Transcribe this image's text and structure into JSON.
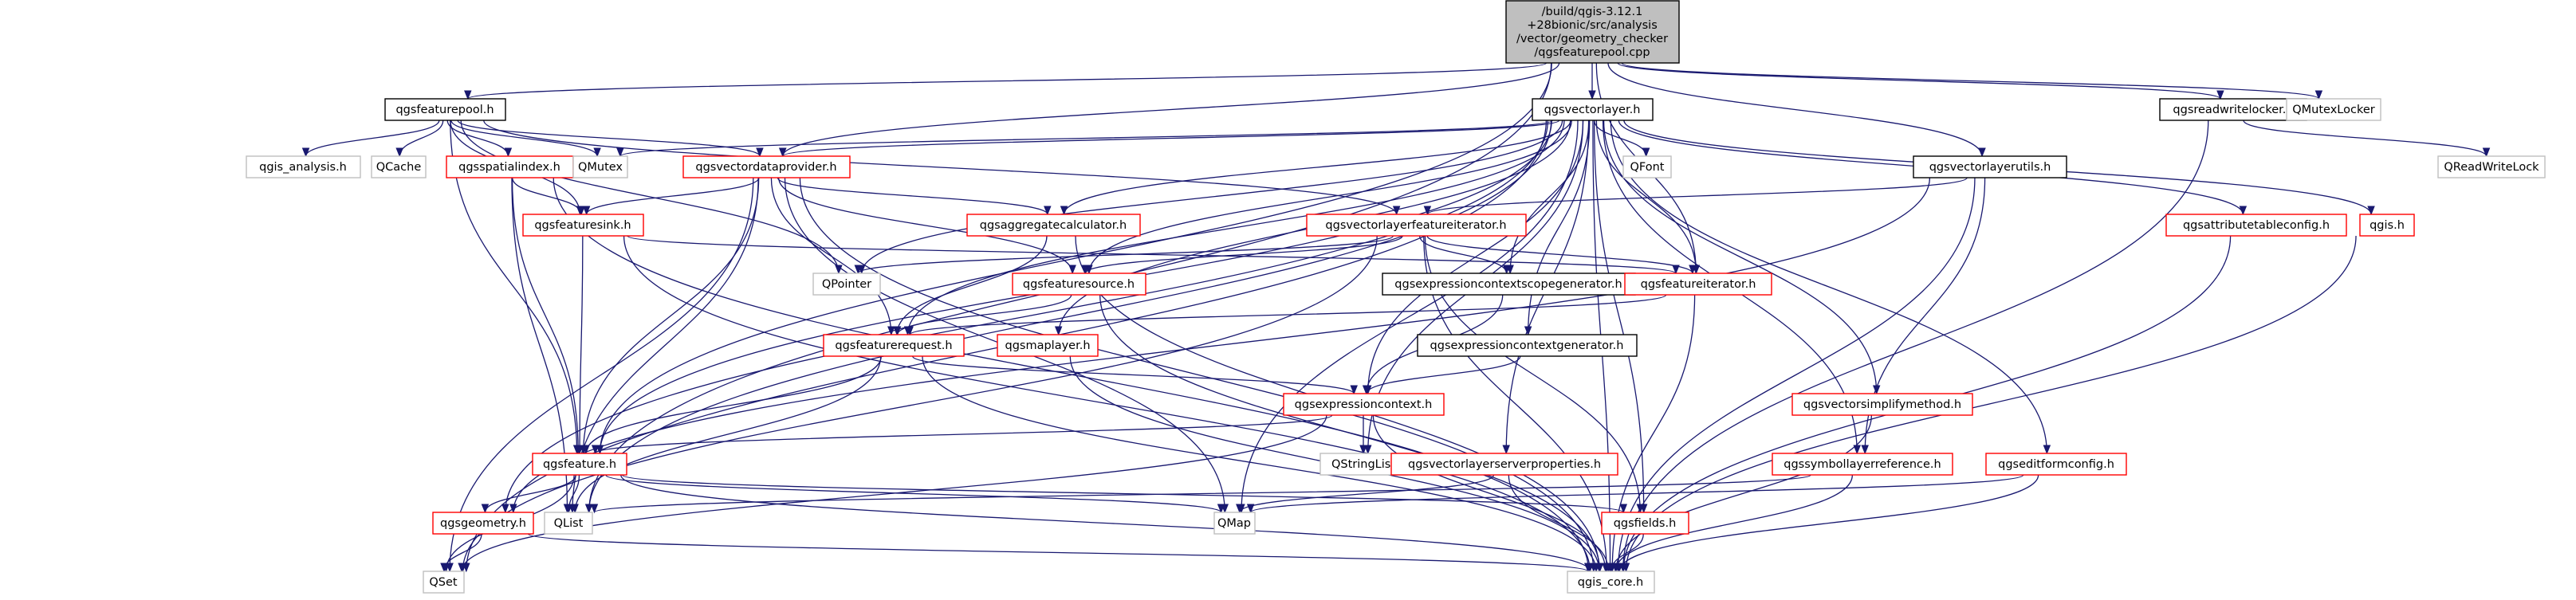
{
  "title": "",
  "colors": {
    "root_fill": "#bfbfbf",
    "node_fill": "#ffffff",
    "border_documented": "#000000",
    "border_undocumented": "#ff0000",
    "border_external": "#bfbfbf",
    "edge": "#191970"
  },
  "nodes": [
    {
      "id": "root",
      "kind": "root",
      "lines": [
        "/build/qgis-3.12.1",
        "+28bionic/src/analysis",
        "/vector/geometry_checker",
        "/qgsfeaturepool.cpp"
      ]
    },
    {
      "id": "featurepool",
      "kind": "documented",
      "lines": [
        "qgsfeaturepool.h"
      ]
    },
    {
      "id": "vectorlayer",
      "kind": "documented",
      "lines": [
        "qgsvectorlayer.h"
      ]
    },
    {
      "id": "readwritelocker",
      "kind": "documented",
      "lines": [
        "qgsreadwritelocker.h"
      ]
    },
    {
      "id": "qmutexlocker",
      "kind": "external",
      "lines": [
        "QMutexLocker"
      ]
    },
    {
      "id": "qgis_analysis",
      "kind": "external",
      "lines": [
        "qgis_analysis.h"
      ]
    },
    {
      "id": "qcache",
      "kind": "external",
      "lines": [
        "QCache"
      ]
    },
    {
      "id": "spatialindex",
      "kind": "undocumented",
      "lines": [
        "qgsspatialindex.h"
      ]
    },
    {
      "id": "qmutex",
      "kind": "external",
      "lines": [
        "QMutex"
      ]
    },
    {
      "id": "vectordataprovider",
      "kind": "undocumented",
      "lines": [
        "qgsvectordataprovider.h"
      ]
    },
    {
      "id": "qfont",
      "kind": "external",
      "lines": [
        "QFont"
      ]
    },
    {
      "id": "vectorlayerutils",
      "kind": "documented",
      "lines": [
        "qgsvectorlayerutils.h"
      ]
    },
    {
      "id": "qreadwritelock",
      "kind": "external",
      "lines": [
        "QReadWriteLock"
      ]
    },
    {
      "id": "aggregatecalculator",
      "kind": "undocumented",
      "lines": [
        "qgsaggregatecalculator.h"
      ]
    },
    {
      "id": "vectorlayerfeatureiterator",
      "kind": "undocumented",
      "lines": [
        "qgsvectorlayerfeatureiterator.h"
      ]
    },
    {
      "id": "attributetableconfig",
      "kind": "undocumented",
      "lines": [
        "qgsattributetableconfig.h"
      ]
    },
    {
      "id": "qgis_h",
      "kind": "undocumented",
      "lines": [
        "qgis.h"
      ]
    },
    {
      "id": "featuresink",
      "kind": "undocumented",
      "lines": [
        "qgsfeaturesink.h"
      ]
    },
    {
      "id": "qpointer",
      "kind": "external",
      "lines": [
        "QPointer"
      ]
    },
    {
      "id": "featuresource",
      "kind": "undocumented",
      "lines": [
        "qgsfeaturesource.h"
      ]
    },
    {
      "id": "scopegenerator",
      "kind": "documented",
      "lines": [
        "qgsexpressioncontextscopegenerator.h"
      ]
    },
    {
      "id": "featureiterator",
      "kind": "undocumented",
      "lines": [
        "qgsfeatureiterator.h"
      ]
    },
    {
      "id": "featurerequest",
      "kind": "undocumented",
      "lines": [
        "qgsfeaturerequest.h"
      ]
    },
    {
      "id": "maplayer",
      "kind": "undocumented",
      "lines": [
        "qgsmaplayer.h"
      ]
    },
    {
      "id": "contextgenerator",
      "kind": "documented",
      "lines": [
        "qgsexpressioncontextgenerator.h"
      ]
    },
    {
      "id": "expressioncontext",
      "kind": "undocumented",
      "lines": [
        "qgsexpressioncontext.h"
      ]
    },
    {
      "id": "simplifymethod",
      "kind": "undocumented",
      "lines": [
        "qgsvectorsimplifymethod.h"
      ]
    },
    {
      "id": "feature",
      "kind": "undocumented",
      "lines": [
        "qgsfeature.h"
      ]
    },
    {
      "id": "qstringlist",
      "kind": "external",
      "lines": [
        "QStringList"
      ]
    },
    {
      "id": "serverproperties",
      "kind": "undocumented",
      "lines": [
        "qgsvectorlayerserverproperties.h"
      ]
    },
    {
      "id": "symbollayerreference",
      "kind": "undocumented",
      "lines": [
        "qgssymbollayerreference.h"
      ]
    },
    {
      "id": "editformconfig",
      "kind": "undocumented",
      "lines": [
        "qgseditformconfig.h"
      ]
    },
    {
      "id": "geometry",
      "kind": "undocumented",
      "lines": [
        "qgsgeometry.h"
      ]
    },
    {
      "id": "qlist",
      "kind": "external",
      "lines": [
        "QList"
      ]
    },
    {
      "id": "qmap",
      "kind": "external",
      "lines": [
        "QMap"
      ]
    },
    {
      "id": "fields",
      "kind": "undocumented",
      "lines": [
        "qgsfields.h"
      ]
    },
    {
      "id": "qset",
      "kind": "external",
      "lines": [
        "QSet"
      ]
    },
    {
      "id": "qgis_core",
      "kind": "external",
      "lines": [
        "qgis_core.h"
      ]
    }
  ],
  "edges": [
    [
      "root",
      "featurepool"
    ],
    [
      "root",
      "vectorlayer"
    ],
    [
      "root",
      "readwritelocker"
    ],
    [
      "root",
      "qmutexlocker"
    ],
    [
      "root",
      "vectorlayerutils"
    ],
    [
      "root",
      "featureiterator"
    ],
    [
      "root",
      "vectordataprovider"
    ],
    [
      "root",
      "feature"
    ],
    [
      "root",
      "qlist"
    ],
    [
      "featurepool",
      "qgis_analysis"
    ],
    [
      "featurepool",
      "qcache"
    ],
    [
      "featurepool",
      "qmutex"
    ],
    [
      "featurepool",
      "spatialindex"
    ],
    [
      "featurepool",
      "featuresink"
    ],
    [
      "featurepool",
      "qpointer"
    ],
    [
      "featurepool",
      "feature"
    ],
    [
      "featurepool",
      "vectorlayerfeatureiterator"
    ],
    [
      "featurepool",
      "vectordataprovider"
    ],
    [
      "vectorlayer",
      "qmutex"
    ],
    [
      "vectorlayer",
      "vectordataprovider"
    ],
    [
      "vectorlayer",
      "qfont"
    ],
    [
      "vectorlayer",
      "aggregatecalculator"
    ],
    [
      "vectorlayer",
      "attributetableconfig"
    ],
    [
      "vectorlayer",
      "qgis_h"
    ],
    [
      "vectorlayer",
      "featuresource"
    ],
    [
      "vectorlayer",
      "scopegenerator"
    ],
    [
      "vectorlayer",
      "featureiterator"
    ],
    [
      "vectorlayer",
      "featurerequest"
    ],
    [
      "vectorlayer",
      "maplayer"
    ],
    [
      "vectorlayer",
      "contextgenerator"
    ],
    [
      "vectorlayer",
      "expressioncontext"
    ],
    [
      "vectorlayer",
      "simplifymethod"
    ],
    [
      "vectorlayer",
      "feature"
    ],
    [
      "vectorlayer",
      "qstringlist"
    ],
    [
      "vectorlayer",
      "serverproperties"
    ],
    [
      "vectorlayer",
      "symbollayerreference"
    ],
    [
      "vectorlayer",
      "editformconfig"
    ],
    [
      "vectorlayer",
      "geometry"
    ],
    [
      "vectorlayer",
      "qlist"
    ],
    [
      "vectorlayer",
      "qmap"
    ],
    [
      "vectorlayer",
      "fields"
    ],
    [
      "vectorlayer",
      "qset"
    ],
    [
      "vectorlayer",
      "qgis_core"
    ],
    [
      "vectorlayer",
      "qpointer"
    ],
    [
      "readwritelocker",
      "qreadwritelock"
    ],
    [
      "readwritelocker",
      "qgis_core"
    ],
    [
      "vectorlayerutils",
      "vectorlayerfeatureiterator"
    ],
    [
      "vectorlayerutils",
      "geometry"
    ],
    [
      "vectorlayerutils",
      "symbollayerreference"
    ],
    [
      "vectorlayerutils",
      "qgis_core"
    ],
    [
      "spatialindex",
      "featuresink"
    ],
    [
      "spatialindex",
      "feature"
    ],
    [
      "spatialindex",
      "qlist"
    ],
    [
      "spatialindex",
      "qgis_core"
    ],
    [
      "vectordataprovider",
      "featuresink"
    ],
    [
      "vectordataprovider",
      "aggregatecalculator"
    ],
    [
      "vectordataprovider",
      "featuresource"
    ],
    [
      "vectordataprovider",
      "featurerequest"
    ],
    [
      "vectordataprovider",
      "feature"
    ],
    [
      "vectordataprovider",
      "qset"
    ],
    [
      "vectordataprovider",
      "qmap"
    ],
    [
      "vectordataprovider",
      "qlist"
    ],
    [
      "vectordataprovider",
      "qgis_core"
    ],
    [
      "aggregatecalculator",
      "featurerequest"
    ],
    [
      "aggregatecalculator",
      "qgis_core"
    ],
    [
      "vectorlayerfeatureiterator",
      "featuresource"
    ],
    [
      "vectorlayerfeatureiterator",
      "scopegenerator"
    ],
    [
      "vectorlayerfeatureiterator",
      "featureiterator"
    ],
    [
      "vectorlayerfeatureiterator",
      "fields"
    ],
    [
      "vectorlayerfeatureiterator",
      "qpointer"
    ],
    [
      "vectorlayerfeatureiterator",
      "qset"
    ],
    [
      "vectorlayerfeatureiterator",
      "qgis_core"
    ],
    [
      "attributetableconfig",
      "qgis_core"
    ],
    [
      "qgis_h",
      "qgis_core"
    ],
    [
      "featuresink",
      "featureiterator"
    ],
    [
      "featuresink",
      "feature"
    ],
    [
      "featuresink",
      "qgis_core"
    ],
    [
      "featuresource",
      "featurerequest"
    ],
    [
      "featuresource",
      "qgis_core"
    ],
    [
      "scopegenerator",
      "expressioncontext"
    ],
    [
      "featureiterator",
      "featurerequest"
    ],
    [
      "featureiterator",
      "qgis_core"
    ],
    [
      "featurerequest",
      "feature"
    ],
    [
      "featurerequest",
      "expressioncontext"
    ],
    [
      "featurerequest",
      "qlist"
    ],
    [
      "featurerequest",
      "qgis_core"
    ],
    [
      "maplayer",
      "qgis_core"
    ],
    [
      "contextgenerator",
      "expressioncontext"
    ],
    [
      "expressioncontext",
      "feature"
    ],
    [
      "expressioncontext",
      "qstringlist"
    ],
    [
      "expressioncontext",
      "qset"
    ],
    [
      "expressioncontext",
      "qgis_core"
    ],
    [
      "simplifymethod",
      "qgis_core"
    ],
    [
      "feature",
      "geometry"
    ],
    [
      "feature",
      "qlist"
    ],
    [
      "feature",
      "qmap"
    ],
    [
      "feature",
      "fields"
    ],
    [
      "feature",
      "qset"
    ],
    [
      "feature",
      "qgis_core"
    ],
    [
      "serverproperties",
      "qmap"
    ],
    [
      "serverproperties",
      "qgis_core"
    ],
    [
      "symbollayerreference",
      "qlist"
    ],
    [
      "symbollayerreference",
      "qgis_core"
    ],
    [
      "editformconfig",
      "qmap"
    ],
    [
      "editformconfig",
      "qgis_core"
    ],
    [
      "geometry",
      "qset"
    ],
    [
      "geometry",
      "qgis_core"
    ],
    [
      "fields",
      "qgis_core"
    ]
  ]
}
